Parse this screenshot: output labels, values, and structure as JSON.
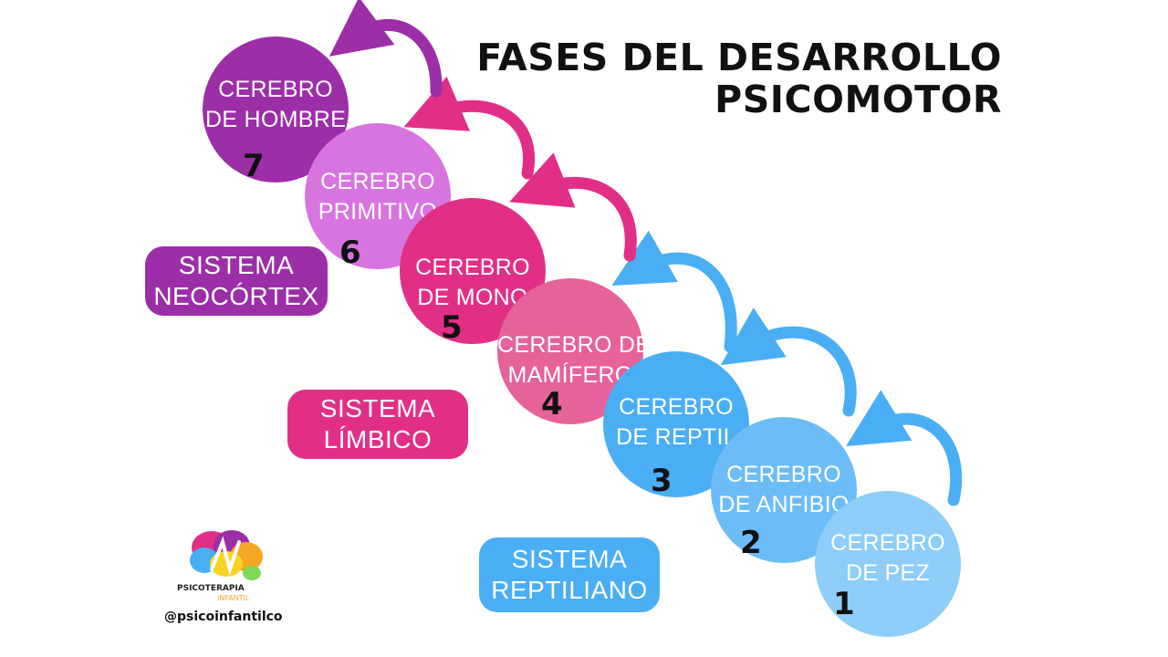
{
  "title": {
    "line1": "FASES DEL DESARROLLO",
    "line2": "PSICOMOTOR"
  },
  "stages": [
    {
      "number": "1",
      "line1": "CEREBRO",
      "line2": "DE PEZ",
      "color": "#8dcdf7"
    },
    {
      "number": "2",
      "line1": "CEREBRO",
      "line2": "DE ANFIBIO",
      "color": "#6cbdf7"
    },
    {
      "number": "3",
      "line1": "CEREBRO",
      "line2": "DE REPTIL",
      "color": "#4aaef5"
    },
    {
      "number": "4",
      "line1": "CEREBRO DE",
      "line2": "MAMÍFERO",
      "color": "#e5639a"
    },
    {
      "number": "5",
      "line1": "CEREBRO",
      "line2": "DE MONO",
      "color": "#e22f86"
    },
    {
      "number": "6",
      "line1": "CEREBRO",
      "line2": "PRIMITIVO",
      "color": "#d874df"
    },
    {
      "number": "7",
      "line1": "CEREBRO",
      "line2": "DE HOMBRE",
      "color": "#9c2ea8"
    }
  ],
  "systems": {
    "neocortex": {
      "line1": "SISTEMA",
      "line2": "NEOCÓRTEX",
      "color": "#9c2ea8"
    },
    "limbico": {
      "line1": "SISTEMA",
      "line2": "LÍMBICO",
      "color": "#e22f86"
    },
    "reptiliano": {
      "line1": "SISTEMA",
      "line2": "REPTILIANO",
      "color": "#4aaef5"
    }
  },
  "logo": {
    "text_bold": "PSICOTERAPIA",
    "text_sub": "INFANTIL",
    "icon": "brain-logo-icon"
  },
  "handle": "@psicoinfantilco"
}
